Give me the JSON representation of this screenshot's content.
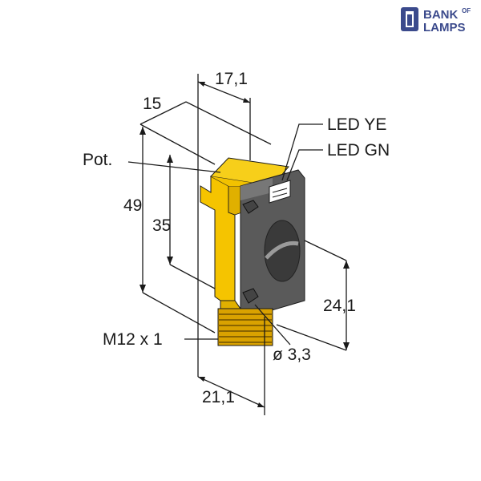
{
  "logo": {
    "line1": "BANK",
    "of": "OF",
    "line2": "LAMPS"
  },
  "labels": {
    "width_top": "17,1",
    "depth": "15",
    "height_total": "49",
    "height_inner": "35",
    "pot": "Pot.",
    "led_ye": "LED YE",
    "led_gn": "LED GN",
    "height_lower": "24,1",
    "thread": "M12 x 1",
    "hole": "ø 3,3",
    "width_bottom": "21,1"
  },
  "colors": {
    "housing_yellow": "#f5c400",
    "housing_shadow": "#c99a00",
    "face_gray": "#5a5a5a",
    "thread": "#d9a200",
    "logo_blue": "#3b4a8c"
  }
}
